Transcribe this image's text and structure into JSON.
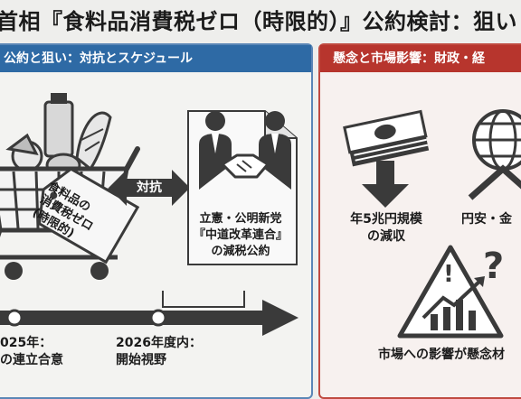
{
  "title": "首相『食料品消費税ゼロ（時限的）』公約検討：狙いと",
  "left_panel": {
    "header": "公約と狙い：対抗とスケジュール",
    "tag_lines": [
      "食料品の",
      "消費税ゼロ",
      "(時限的)"
    ],
    "versus_label": "対抗",
    "opposition_lines": [
      "立憲・公明新党",
      "『中道改革連合』",
      "の減税公約"
    ],
    "timeline": [
      {
        "line1": "025年：",
        "line2": "の連立合意"
      },
      {
        "line1": "2026年度内：",
        "line2": "開始視野"
      }
    ]
  },
  "right_panel": {
    "header": "懸念と市場影響：財政・経",
    "revenue_lines": [
      "年5兆円規模",
      "の減収"
    ],
    "currency_label": "円安・金",
    "market_label": "市場への影響が懸念材"
  },
  "colors": {
    "left_accent": "#2e6aa5",
    "right_accent": "#b7352d",
    "dark": "#3a3a3a"
  },
  "icons": [
    "grocery-cart-icon",
    "handshake-icon",
    "money-stack-icon",
    "down-arrow-icon",
    "globe-icon",
    "warning-chart-icon",
    "question-mark-icon"
  ]
}
